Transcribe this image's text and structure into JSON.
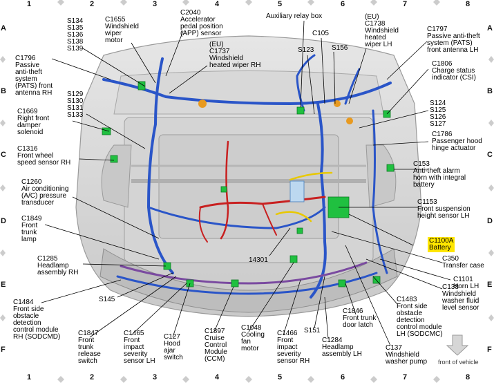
{
  "grid": {
    "columns": [
      "1",
      "2",
      "3",
      "4",
      "5",
      "6",
      "7",
      "8"
    ],
    "rows": [
      "A",
      "B",
      "C",
      "D",
      "E",
      "F"
    ]
  },
  "labels": [
    {
      "id": "s134",
      "text": "S134\nS135\nS136\nS138\nS139"
    },
    {
      "id": "c1655",
      "text": "C1655\nWindshield\nwiper\nmotor"
    },
    {
      "id": "c2040",
      "text": "C2040\nAccelerator\npedal position\n(APP) sensor"
    },
    {
      "id": "aux",
      "text": "Auxiliary relay box"
    },
    {
      "id": "c105",
      "text": "C105"
    },
    {
      "id": "c1738",
      "text": "(EU)\nC1738\nWindshield\nheated\nwiper LH"
    },
    {
      "id": "c1797",
      "text": "C1797\nPassive anti-theft\nsystem (PATS)\nfront antenna LH"
    },
    {
      "id": "c1737",
      "text": "(EU)\nC1737\nWindshield\nheated wiper RH"
    },
    {
      "id": "s123",
      "text": "S123"
    },
    {
      "id": "s156",
      "text": "S156"
    },
    {
      "id": "c1806",
      "text": "C1806\nCharge status\nindicator (CSI)"
    },
    {
      "id": "c1796",
      "text": "C1796\nPassive\nanti-theft\nsystem\n(PATS) front\nantenna RH"
    },
    {
      "id": "s129",
      "text": "S129\nS130\nS131\nS133"
    },
    {
      "id": "s124",
      "text": "S124\nS125\nS126\nS127"
    },
    {
      "id": "c1669",
      "text": "C1669\nRight front\ndamper\nsolenoid"
    },
    {
      "id": "c1786",
      "text": "C1786\nPassenger hood\nhinge actuator"
    },
    {
      "id": "c1316",
      "text": "C1316\nFront wheel\nspeed sensor RH"
    },
    {
      "id": "c153",
      "text": "C153\nAnti-theft alarm\nhorn with integral\nbattery"
    },
    {
      "id": "c1260",
      "text": "C1260\nAir conditioning\n(A/C) pressure\ntransducer"
    },
    {
      "id": "c1153",
      "text": "C1153\nFront suspension\nheight sensor LH"
    },
    {
      "id": "c1849",
      "text": "C1849\nFront\ntrunk\nlamp"
    },
    {
      "id": "c1100a",
      "text": "C1100A\nBattery"
    },
    {
      "id": "c350",
      "text": "C350\nTransfer case"
    },
    {
      "id": "c1285",
      "text": "C1285\nHeadlamp\nassembly RH"
    },
    {
      "id": "s14301",
      "text": "14301"
    },
    {
      "id": "c1101",
      "text": "C1101\nHorn LH"
    },
    {
      "id": "s145",
      "text": "S145"
    },
    {
      "id": "c1484",
      "text": "C1484\nFront side\nobstacle\ndetection\ncontrol module\nRH (SODCMD)"
    },
    {
      "id": "c1483",
      "text": "C1483\nFront side\nobstacle\ndetection\ncontrol module\nLH (SODCMC)"
    },
    {
      "id": "c138",
      "text": "C138\nWindshield\nwasher fluid\nlevel sensor"
    },
    {
      "id": "c1846",
      "text": "C1846\nFront trunk\ndoor latch"
    },
    {
      "id": "s151",
      "text": "S151"
    },
    {
      "id": "c1847",
      "text": "C1847\nFront\ntrunk\nrelease\nswitch"
    },
    {
      "id": "c1465",
      "text": "C1465\nFront\nimpact\nseverity\nsensor LH"
    },
    {
      "id": "c127",
      "text": "C127\nHood\najar\nswitch"
    },
    {
      "id": "c1897",
      "text": "C1897\nCruise\nControl\nModule\n(CCM)"
    },
    {
      "id": "c1048",
      "text": "C1048\nCooling\nfan\nmotor"
    },
    {
      "id": "c1466",
      "text": "C1466\nFront\nimpact\nseverity\nsensor RH"
    },
    {
      "id": "c1284",
      "text": "C1284\nHeadlamp\nassembly LH"
    },
    {
      "id": "c137",
      "text": "C137\nWindshield\nwasher pump"
    }
  ],
  "front_label": "front of vehicle",
  "colors": {
    "wire_blue": "#2a55c8",
    "wire_red": "#c82020",
    "wire_yellow": "#e8c800",
    "wire_purple": "#7a4aa0",
    "connector_green": "#20c040",
    "highlight": "#ffe600"
  }
}
